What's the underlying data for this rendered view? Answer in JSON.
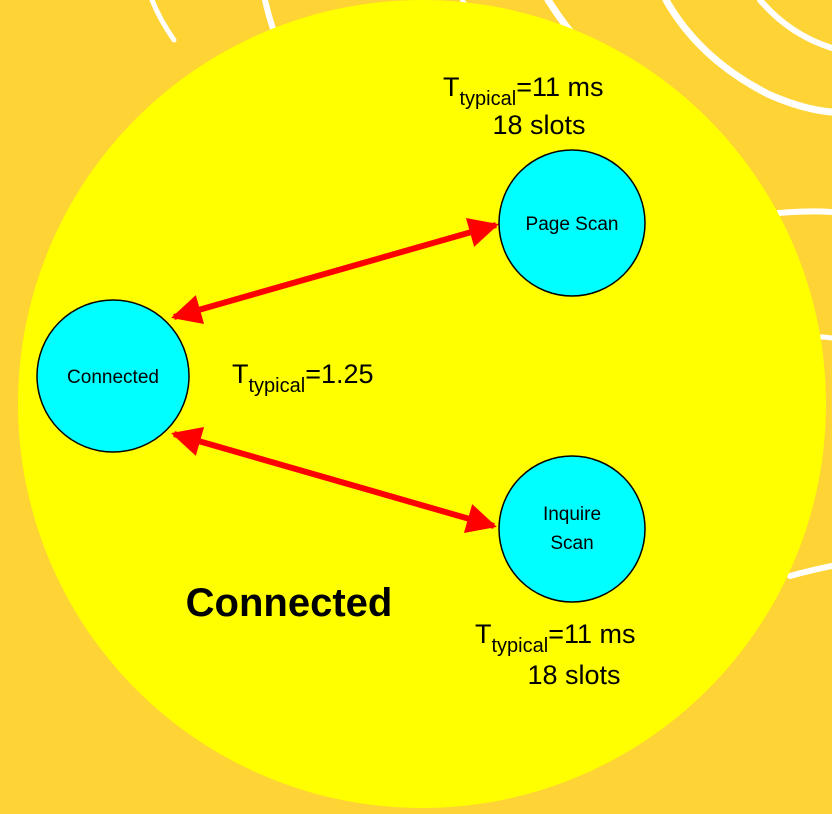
{
  "colors": {
    "background": "#FDD335",
    "swirl": "#FFFFFF",
    "region": "#FFFF00",
    "node_fill": "#00FFFF",
    "node_stroke": "#000000",
    "arrow": "#FF0000",
    "text": "#000000"
  },
  "region": {
    "label": "Connected"
  },
  "nodes": {
    "connected": {
      "label": "Connected"
    },
    "page_scan": {
      "label": "Page Scan"
    },
    "inquire_scan": {
      "line1": "Inquire",
      "line2": "Scan"
    }
  },
  "annotations": {
    "page_scan_timing": {
      "t_base": "T",
      "t_sub": "typical",
      "t_value": "=11 ms",
      "slots": "18 slots"
    },
    "connected_timing": {
      "t_base": "T",
      "t_sub": "typical",
      "t_value": "=1.25"
    },
    "inquire_scan_timing": {
      "t_base": "T",
      "t_sub": "typical",
      "t_value": "=11 ms",
      "slots": "18 slots"
    }
  },
  "edges": [
    {
      "from": "connected",
      "to": "page_scan",
      "style": "double-arrow"
    },
    {
      "from": "connected",
      "to": "inquire_scan",
      "style": "double-arrow"
    }
  ]
}
